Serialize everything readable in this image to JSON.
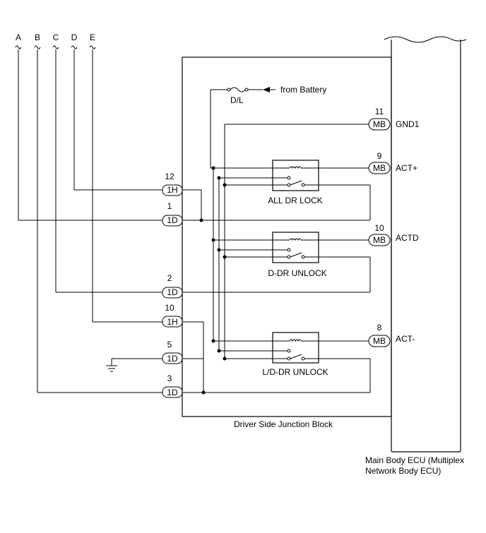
{
  "wire_labels": [
    "A",
    "B",
    "C",
    "D",
    "E"
  ],
  "junction_block": {
    "label": "Driver Side Junction Block"
  },
  "ecu": {
    "label_line1": "Main Body ECU (Multiplex",
    "label_line2": "Network Body ECU)"
  },
  "fuse": {
    "label": "D/L",
    "source": "from Battery"
  },
  "left_connectors": [
    {
      "pin": "12",
      "code": "1H"
    },
    {
      "pin": "1",
      "code": "1D"
    },
    {
      "pin": "2",
      "code": "1D"
    },
    {
      "pin": "10",
      "code": "1H"
    },
    {
      "pin": "5",
      "code": "1D"
    },
    {
      "pin": "3",
      "code": "1D"
    }
  ],
  "ecu_connectors": [
    {
      "pin": "11",
      "code": "MB",
      "signal": "GND1"
    },
    {
      "pin": "9",
      "code": "MB",
      "signal": "ACT+"
    },
    {
      "pin": "10",
      "code": "MB",
      "signal": "ACTD"
    },
    {
      "pin": "8",
      "code": "MB",
      "signal": "ACT-"
    }
  ],
  "relays": [
    {
      "label": "ALL DR LOCK"
    },
    {
      "label": "D-DR UNLOCK"
    },
    {
      "label": "L/D-DR UNLOCK"
    }
  ]
}
